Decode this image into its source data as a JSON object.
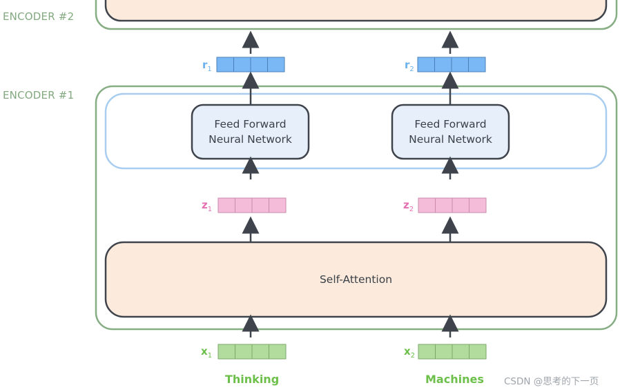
{
  "encoders": {
    "encoder2_label": "ENCODER #2",
    "encoder1_label": "ENCODER #1"
  },
  "blocks": {
    "ffnn_1": [
      "Feed Forward",
      "Neural Network"
    ],
    "ffnn_2": [
      "Feed Forward",
      "Neural Network"
    ],
    "self_attention": "Self-Attention"
  },
  "vectors": {
    "r": {
      "letter": "r",
      "indices": [
        "1",
        "2"
      ],
      "color": "#79b8f5",
      "border": "#4a7fb8",
      "label_color": "#6ab0ec"
    },
    "z": {
      "letter": "z",
      "indices": [
        "1",
        "2"
      ],
      "color": "#f4bcd9",
      "border": "#c98aab",
      "label_color": "#e56fb0"
    },
    "x": {
      "letter": "x",
      "indices": [
        "1",
        "2"
      ],
      "color": "#b2dc9d",
      "border": "#7aa966",
      "label_color": "#6cc04a"
    }
  },
  "words": [
    "Thinking",
    "Machines"
  ],
  "watermark": "CSDN @思考的下一页",
  "colors": {
    "encoder_border": "#86ad83",
    "ffn_layer_border": "#a9cdf0",
    "ffnn_fill": "#e7f0fa",
    "attention_fill": "#fcebdc",
    "box_border": "#3f444c",
    "arrow": "#3f444c"
  }
}
